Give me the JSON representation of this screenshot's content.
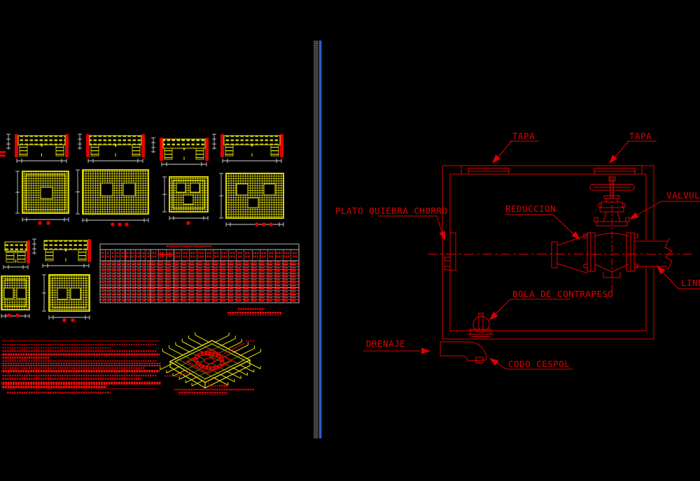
{
  "app": {
    "type": "cad-drawing-view",
    "background": "#000000"
  },
  "colors": {
    "line_red": "#e00000",
    "line_yellow": "#e8e408",
    "dim_white": "#cfcfcf",
    "table_grid": "#b4b4b4",
    "divider_gray": "#3e4144",
    "divider_blue": "#2c67d9",
    "divider_blue_dark": "#15337a"
  },
  "valve_box_detail": {
    "labels": {
      "tapa_left": "TAPA",
      "tapa_right": "TAPA",
      "plato_quiebra_chorro": "PLATO QUIEBRA CHORRO",
      "reduccion": "REDUCCION",
      "valvula": "VALVULA",
      "linea": "LINEA",
      "bola_de_contrapeso": "BOLA DE CONTRAPESO",
      "drenaje": "DRENAJE",
      "codo_cespol": "CODO CESPOL"
    }
  },
  "left_panel": {
    "slab_details": {
      "section_views": 6,
      "plan_views": 6,
      "text_legible": false
    },
    "rebar_schedule_table": {
      "data_rows": 14,
      "left_columns": 10,
      "right_columns": 19,
      "text_legible": false
    },
    "notes_block": {
      "lines": 16,
      "text_legible": false
    },
    "isometric_detail": {
      "present": true,
      "caption_lines": 2,
      "text_legible": false
    }
  }
}
